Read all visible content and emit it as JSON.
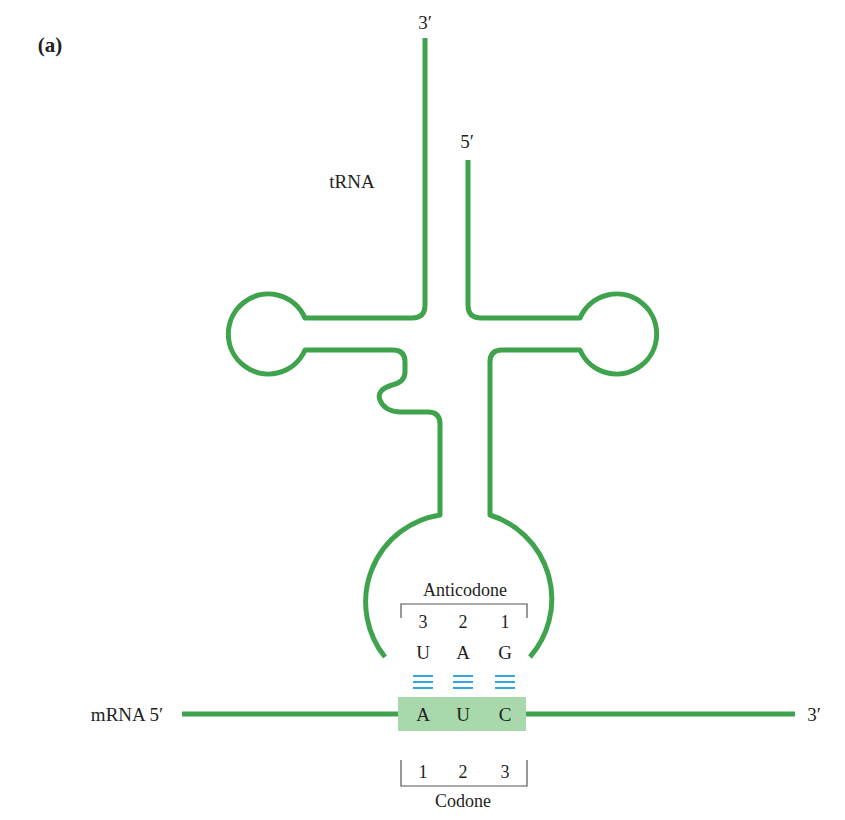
{
  "diagram": {
    "nodes": [
      {
        "text": [
          "A",
          "U",
          "C"
        ]
      }
    ],
    "labels": [
      "(a)",
      "3′",
      "5′",
      "tRNA",
      "Anticodone",
      "3",
      "2",
      "1",
      "U",
      "A",
      "G",
      "mRNA 5′",
      "3′",
      "1",
      "2",
      "3",
      "Codone"
    ]
  }
}
